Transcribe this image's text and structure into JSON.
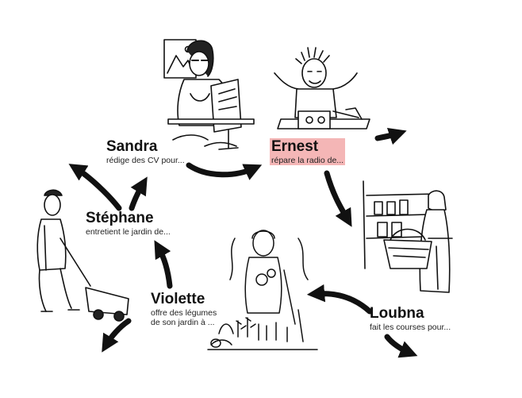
{
  "people": [
    {
      "name": "Sandra",
      "action": "rédige des CV pour..."
    },
    {
      "name": "Ernest",
      "action": "répare la radio de...",
      "highlighted": true
    },
    {
      "name": "Loubna",
      "action": "fait les courses pour..."
    },
    {
      "name": "Violette",
      "action_line1": "offre des légumes",
      "action_line2": "de son jardin à ..."
    },
    {
      "name": "Stéphane",
      "action": "entretient le jardin de..."
    }
  ],
  "colors": {
    "highlight": "#f4b6b6",
    "ink": "#111111"
  },
  "icons": [
    "woman-at-computer-illustration",
    "man-repairing-radio-illustration",
    "woman-shopping-illustration",
    "woman-in-garden-illustration",
    "man-mowing-lawn-illustration"
  ]
}
